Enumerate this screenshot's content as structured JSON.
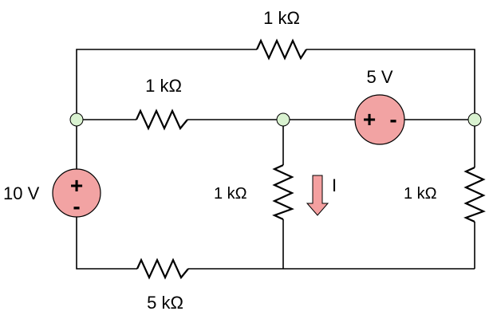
{
  "colors": {
    "wire": "#000000",
    "node_fill": "#d9f2d0",
    "source_fill": "#f2a3a3",
    "arrow_fill": "#f4a0a0"
  },
  "labels": {
    "r_top": "1 kΩ",
    "r_mid": "1 kΩ",
    "r_center": "1 kΩ",
    "r_right": "1 kΩ",
    "r_bottom": "5 kΩ",
    "v_left": "10 V",
    "v_mid": "5 V",
    "current": "I"
  },
  "source_signs": {
    "left_plus": "+",
    "left_minus": "-",
    "mid_plus": "+",
    "mid_minus": "-"
  },
  "icons": {
    "current_arrow": "down-arrow-icon"
  }
}
